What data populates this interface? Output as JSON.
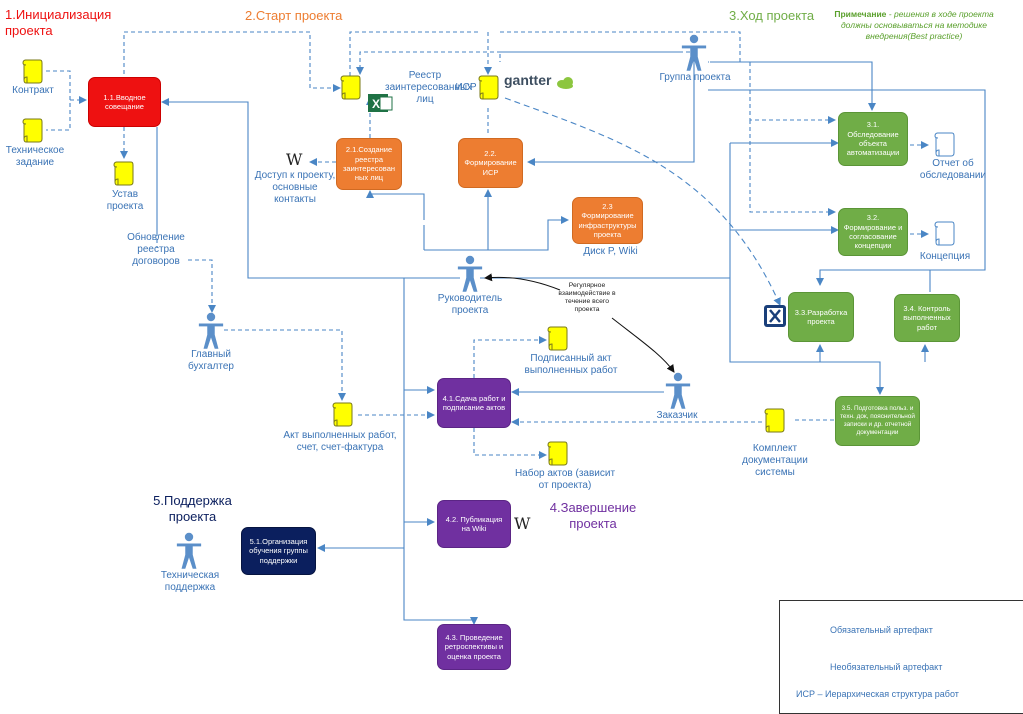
{
  "phases": {
    "p1": "1.Инициализация проекта",
    "p2": "2.Старт проекта",
    "p3": "3.Ход проекта",
    "p4": "4.Завершение проекта",
    "p5": "5.Поддержка проекта"
  },
  "note": {
    "bold": "Примечание",
    "text": " - решения в ходе проекта должны основываться на методике внедрения(Best practice)"
  },
  "tasks": {
    "t11": "1.1.Вводное совещание",
    "t21": "2.1.Создание реестра заинтересован ных лиц",
    "t22": "2.2. Формирование ИСР",
    "t23": "2.3 Формирование инфраструктуры проекта",
    "t31": "3.1. Обследование объекта автоматизации",
    "t32": "3.2. Формирование и согласование концепции",
    "t33": "3.3.Разработка проекта",
    "t34": "3.4. Контроль выполненных работ",
    "t35": "3.5. Подготовка польз. и техн. док, пояснительной записки и др. отчетной документации",
    "t41": "4.1.Сдача работ и подписание актов",
    "t42": "4.2. Публикация на Wiki",
    "t43": "4.3. Проведение ретроспективы и оценка проекта",
    "t51": "5.1.Организация обучения группы поддержки"
  },
  "artifacts": {
    "contract": "Контракт",
    "tz": "Техническое задание",
    "ustav": "Устав проекта",
    "reestr": "Реестр заинтересованных лиц",
    "isr": "ИСР",
    "otchet": "Отчет об обследовании",
    "koncepcia": "Концепция",
    "signed_act": "Подписанный акт выполненных работ",
    "nabor": "Набор актов (зависит от проекта)",
    "akt_vyp": "Акт выполненных работ, счет, счет-фактура",
    "komplekt": "Комплект документации системы"
  },
  "roles": {
    "group": "Группа проекта",
    "ruk": "Руководитель проекта",
    "buh": "Главный бухгалтер",
    "zakaz": "Заказчик",
    "tech": "Техническая поддержка"
  },
  "labels": {
    "obnovlenie": "Обновление реестра договоров",
    "dostup": "Доступ к проекту, основные контакты",
    "disk": "Диск P, Wiki",
    "regular": "Регулярное взаимодействие в течение всего проекта",
    "gantter": "gantter"
  },
  "icons": {
    "wiki": "W",
    "excel": "X"
  },
  "legend": {
    "required": "Обязательный артефакт",
    "optional": "Необязательный артефакт",
    "isr": "ИСР – Иерархическая структура работ"
  },
  "colors": {
    "red": "#ee1111",
    "orange": "#ed7d31",
    "green": "#70ad47",
    "purple": "#7030a0",
    "navy": "#0b1f5e",
    "line": "#4a86c5",
    "artifact": "#ffff00"
  }
}
